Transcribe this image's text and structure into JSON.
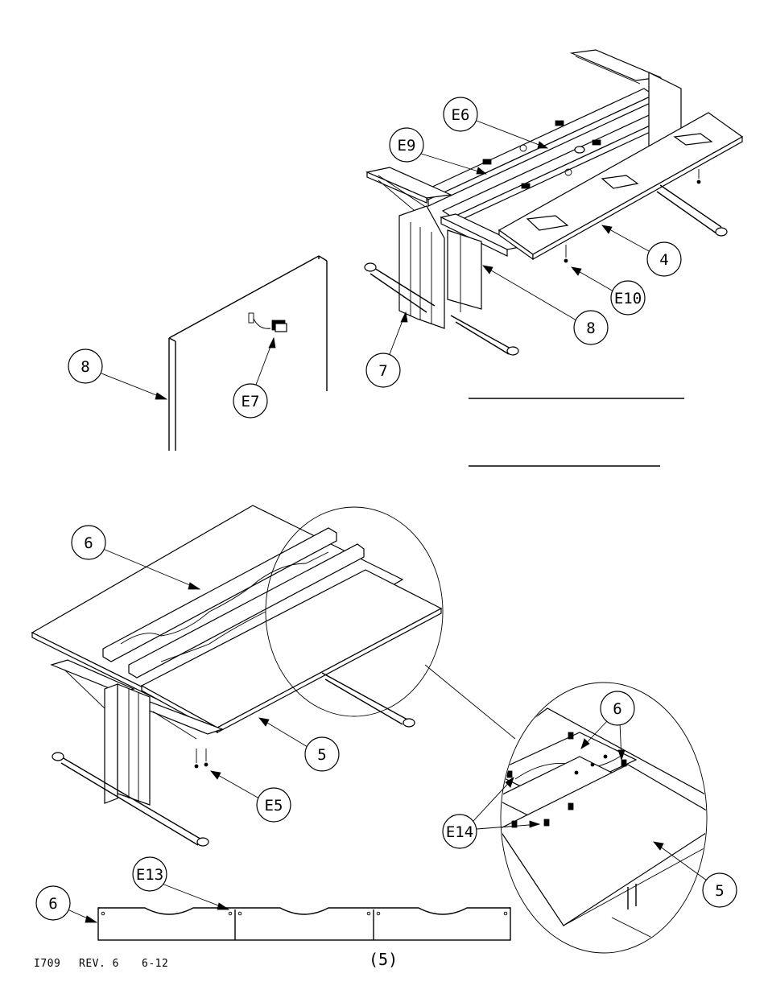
{
  "callouts": {
    "c_e6": "E6",
    "c_e9": "E9",
    "c_4": "4",
    "c_e10": "E10",
    "c_8_top": "8",
    "c_7": "7",
    "c_8_left": "8",
    "c_e7": "E7",
    "c_6_mid": "6",
    "c_5_mid": "5",
    "c_e5": "E5",
    "c_6_detail": "6",
    "c_e14": "E14",
    "c_5_detail": "5",
    "c_e13": "E13",
    "c_6_strip": "6"
  },
  "footer": {
    "doc_id": "I709",
    "revision": "REV. 6",
    "date": "6-12",
    "page_number": "(5)"
  }
}
